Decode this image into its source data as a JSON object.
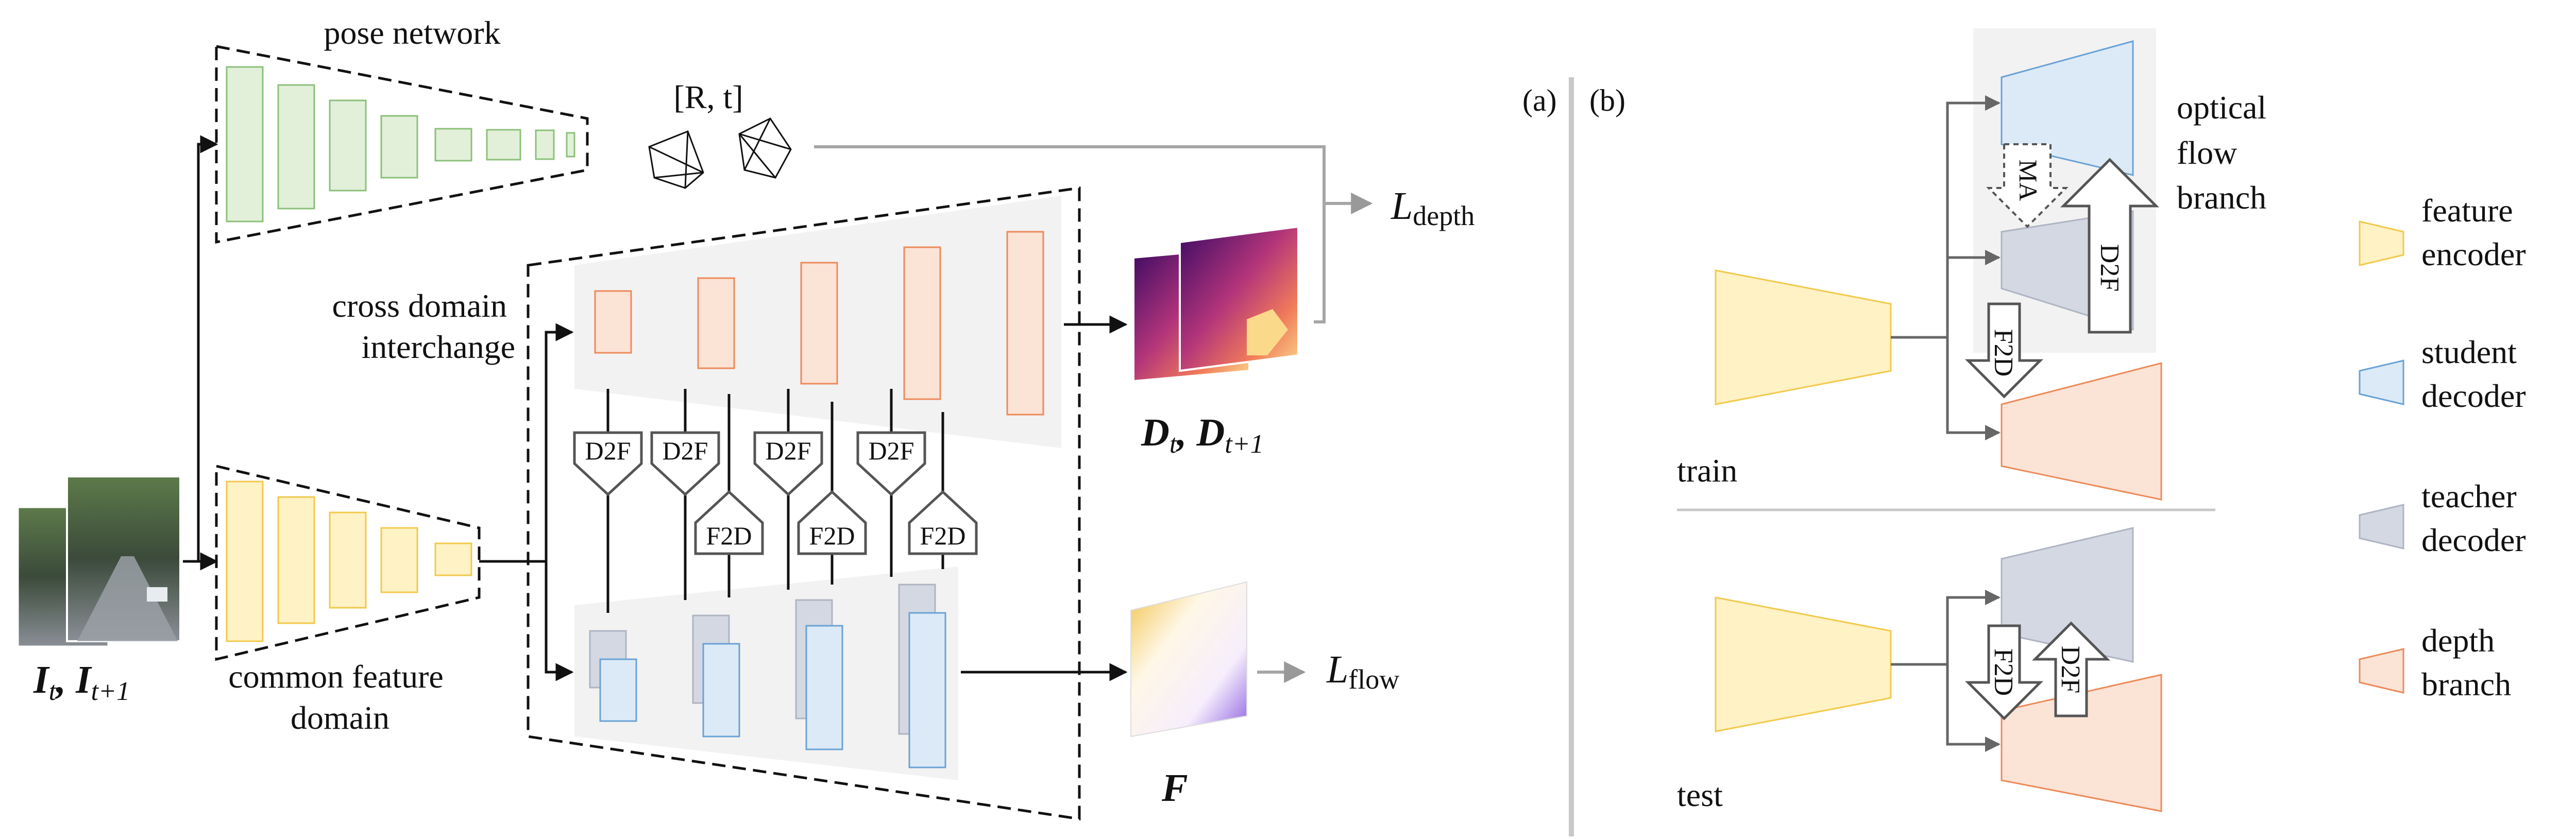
{
  "labels": {
    "pose_network": "pose network",
    "pose_output": "[R, t]",
    "loss_depth_main": "L",
    "loss_depth_sub": "depth",
    "cross_domain_1": "cross domain",
    "cross_domain_2": "interchange",
    "depth_output": "D",
    "depth_output_sub1": "t",
    "depth_output_sep": ", D",
    "depth_output_sub2": "t+1",
    "common_feature_1": "common feature",
    "common_feature_2": "domain",
    "input_main": "I",
    "input_sub1": "t",
    "input_sep": ", I",
    "input_sub2": "t+1",
    "flow_output": "F",
    "loss_flow_main": "L",
    "loss_flow_sub": "flow",
    "d2f": "D2F",
    "f2d": "F2D",
    "ma": "MA",
    "panel_a": "(a)",
    "panel_b": "(b)",
    "optical_flow_1": "optical",
    "optical_flow_2": "flow",
    "optical_flow_3": "branch",
    "train": "train",
    "test": "test"
  },
  "legend": [
    {
      "line1": "feature",
      "line2": "encoder"
    },
    {
      "line1": "student",
      "line2": "decoder"
    },
    {
      "line1": "teacher",
      "line2": "decoder"
    },
    {
      "line1": "depth",
      "line2": "branch"
    }
  ],
  "colors": {
    "pose_fill": "#e2f0d9",
    "pose_stroke": "#8cc07a",
    "feature_fill": "#fff2c4",
    "feature_stroke": "#f2c94c",
    "depth_fill": "#fbe3d6",
    "depth_stroke": "#ed8a59",
    "student_fill": "#dceaf7",
    "student_stroke": "#6aa2d6",
    "teacher_fill": "#d3d8e3",
    "teacher_stroke": "#aeb4c2",
    "panel_fill": "#f2f2f2",
    "arrow_grey": "#a6a6a6",
    "divider": "#c8c8c8"
  }
}
